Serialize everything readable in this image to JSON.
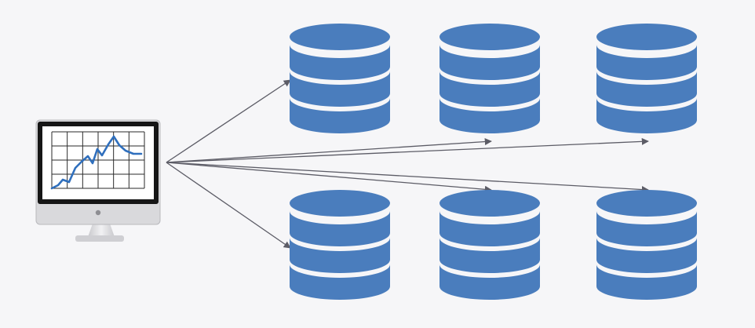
{
  "diagram": {
    "nodes": [
      {
        "id": "monitor",
        "kind": "computer-monitor",
        "icon": "chart-monitor-icon"
      },
      {
        "id": "db-top-1",
        "kind": "database",
        "icon": "database-icon"
      },
      {
        "id": "db-top-2",
        "kind": "database",
        "icon": "database-icon"
      },
      {
        "id": "db-top-3",
        "kind": "database",
        "icon": "database-icon"
      },
      {
        "id": "db-bottom-1",
        "kind": "database",
        "icon": "database-icon"
      },
      {
        "id": "db-bottom-2",
        "kind": "database",
        "icon": "database-icon"
      },
      {
        "id": "db-bottom-3",
        "kind": "database",
        "icon": "database-icon"
      }
    ],
    "edges": [
      {
        "from": "monitor",
        "to": "db-top-1"
      },
      {
        "from": "monitor",
        "to": "db-top-2"
      },
      {
        "from": "monitor",
        "to": "db-top-3"
      },
      {
        "from": "monitor",
        "to": "db-bottom-1"
      },
      {
        "from": "monitor",
        "to": "db-bottom-2"
      },
      {
        "from": "monitor",
        "to": "db-bottom-3"
      }
    ]
  },
  "colors": {
    "background": "#f6f6f8",
    "database": "#4a7dbd",
    "arrow": "#5c5c66",
    "monitor_bezel": "#161616",
    "monitor_body": "#d9d9dc",
    "chart_line": "#2f6fbd",
    "chart_grid": "#2a2a2a"
  }
}
